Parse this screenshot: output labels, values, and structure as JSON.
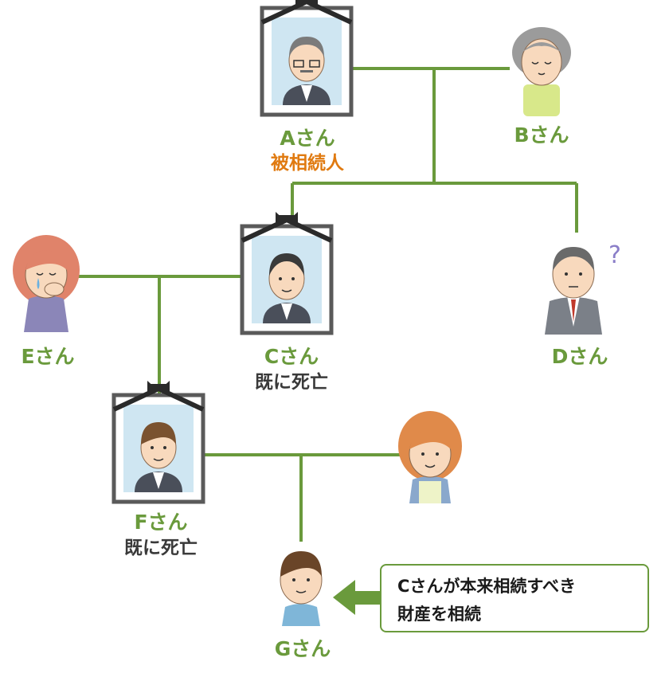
{
  "people": {
    "a": {
      "name": "Aさん",
      "note": "被相続人"
    },
    "b": {
      "name": "Bさん"
    },
    "c": {
      "name": "Cさん",
      "note": "既に死亡"
    },
    "d": {
      "name": "Dさん",
      "question": "?"
    },
    "e": {
      "name": "Eさん"
    },
    "f": {
      "name": "Fさん",
      "note": "既に死亡"
    },
    "g": {
      "name": "Gさん"
    }
  },
  "callout": {
    "line1": "Cさんが本来相続すべき",
    "line2": "財産を相続"
  },
  "colors": {
    "line": "#6a9a3c",
    "name": "#6a9a3c",
    "heir_note": "#e07a10",
    "deceased_note": "#3a3a3a",
    "frame": "#5a5a5a",
    "photo_bg": "#cfe6f2"
  }
}
